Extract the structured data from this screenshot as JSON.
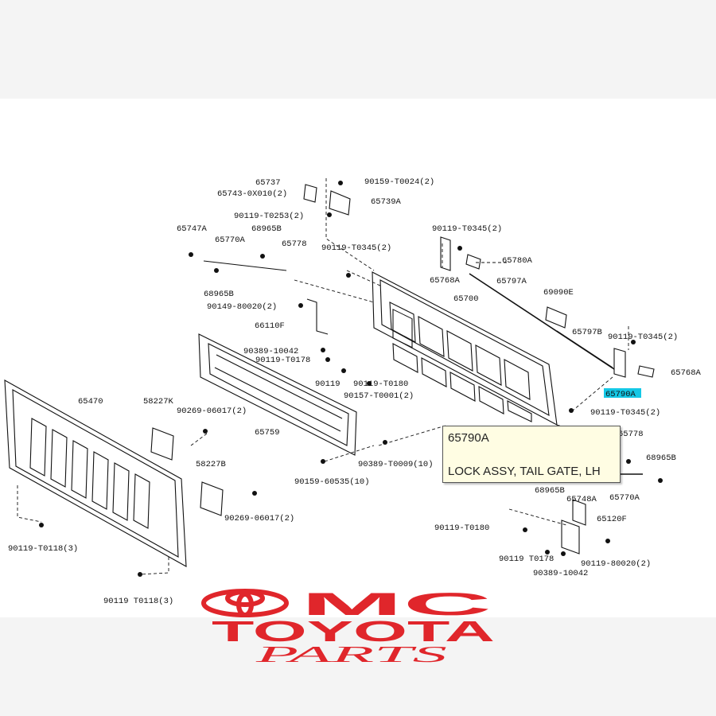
{
  "callouts": [
    "65737",
    "65743-0X010(2)",
    "90159-T0024(2)",
    "65739A",
    "90119-T0253(2)",
    "65747A",
    "68965B",
    "65770A",
    "65778",
    "90119-T0345(2)",
    "68965B",
    "90149-80020(2)",
    "66110F",
    "90389-10042",
    "90119-T0178",
    "90119-T0180",
    "90119",
    "90157-T0001(2)",
    "90119-T0345(2)",
    "65768A",
    "65780A",
    "65797A",
    "65700",
    "69090E",
    "65797B",
    "90119-T0345(2)",
    "65768A",
    "65790A",
    "90119-T0345(2)",
    "65470",
    "58227K",
    "90269-06017(2)",
    "65759",
    "58227B",
    "90269-06017(2)",
    "90389-T0009(10)",
    "90159-60535(10)",
    "65778",
    "68965B",
    "68965B",
    "65748A",
    "65770A",
    "65120F",
    "90119-T0180",
    "90119 T0178",
    "90389-10042",
    "90119-80020(2)",
    "90119-T0118(3)",
    "90119 T0118(3)"
  ],
  "tooltip": {
    "code": "65790A",
    "description": "LOCK ASSY, TAIL GATE, LH"
  },
  "logo": {
    "line1": "MC",
    "line2": "TOYOTA",
    "line3": "PARTS"
  },
  "colors": {
    "highlight": "#14c8e6",
    "logo_red": "#e0262b",
    "tooltip_bg": "#fffde3"
  }
}
